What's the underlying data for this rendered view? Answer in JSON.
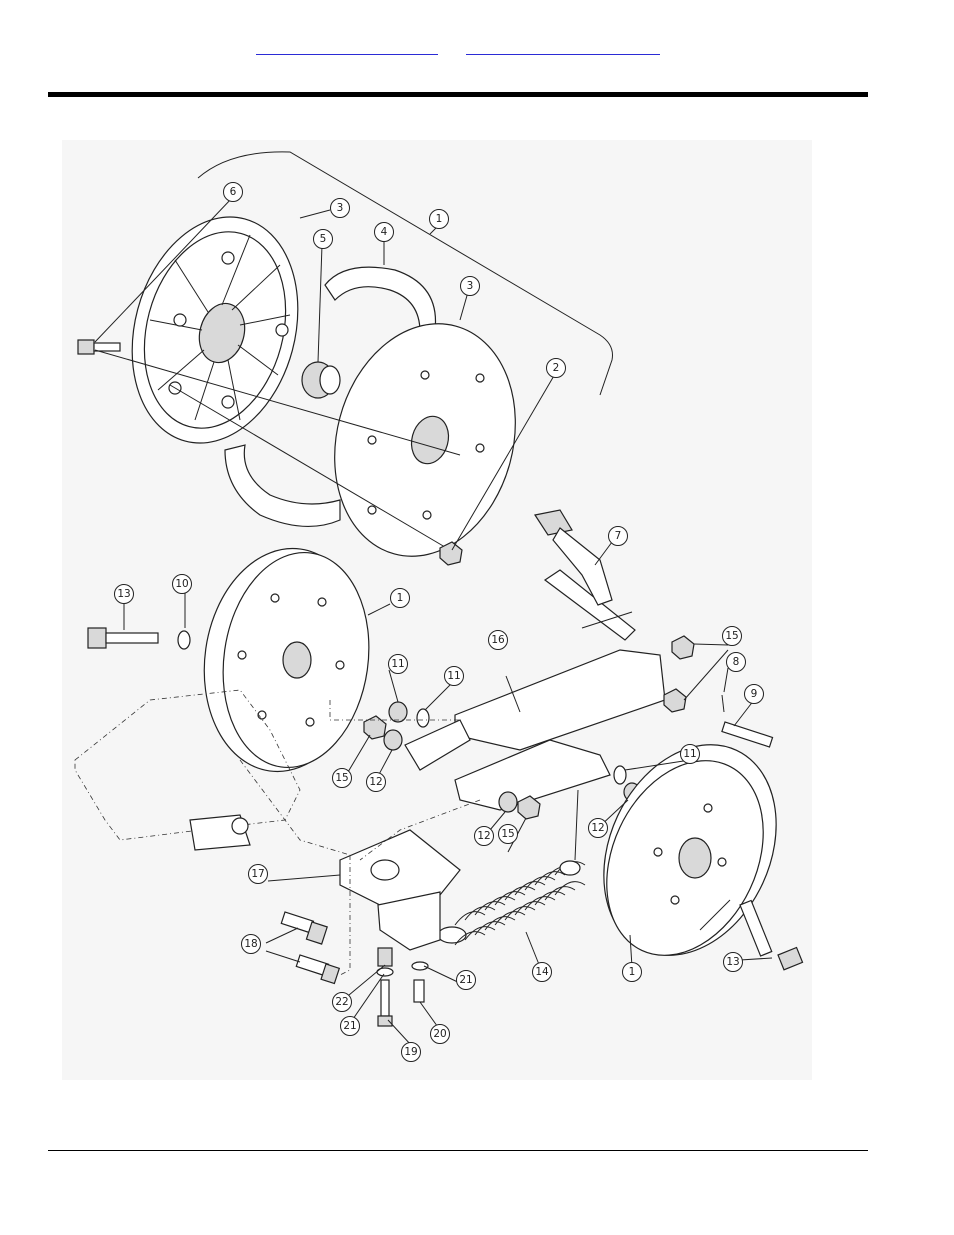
{
  "header": {
    "links": [
      {
        "label": ""
      },
      {
        "label": ""
      }
    ]
  },
  "diagram": {
    "callouts": [
      "1",
      "2",
      "3",
      "3",
      "4",
      "5",
      "6",
      "7",
      "8",
      "9",
      "10",
      "11",
      "11",
      "11",
      "12",
      "12",
      "12",
      "13",
      "13",
      "14",
      "15",
      "15",
      "15",
      "16",
      "17",
      "18",
      "19",
      "20",
      "21",
      "21",
      "22",
      "1",
      "1"
    ]
  }
}
